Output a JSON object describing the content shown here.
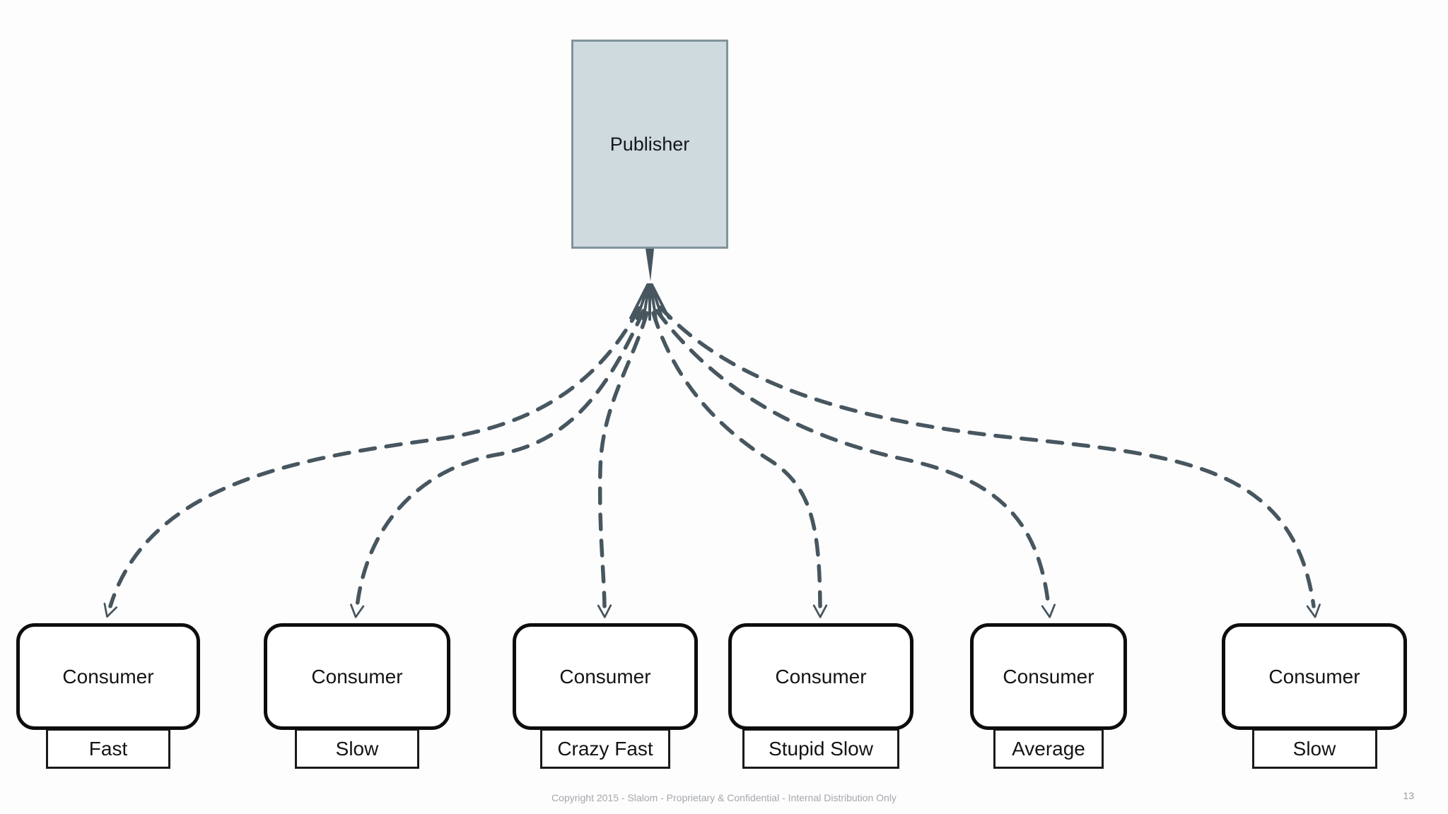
{
  "diagram": {
    "publisher": {
      "label": "Publisher"
    },
    "consumers": [
      {
        "label": "Consumer",
        "speed": "Fast"
      },
      {
        "label": "Consumer",
        "speed": "Slow"
      },
      {
        "label": "Consumer",
        "speed": "Crazy Fast"
      },
      {
        "label": "Consumer",
        "speed": "Stupid Slow"
      },
      {
        "label": "Consumer",
        "speed": "Average"
      },
      {
        "label": "Consumer",
        "speed": "Slow"
      }
    ],
    "colors": {
      "publisher_fill": "#cfdade",
      "publisher_border": "#80939b",
      "connector": "#47565f",
      "consumer_border": "#0d0d0d",
      "consumer_fill": "#ffffff"
    }
  },
  "footer": {
    "copyright": "Copyright 2015 - Slalom - Proprietary & Confidential - Internal Distribution Only",
    "page_number": "13"
  }
}
